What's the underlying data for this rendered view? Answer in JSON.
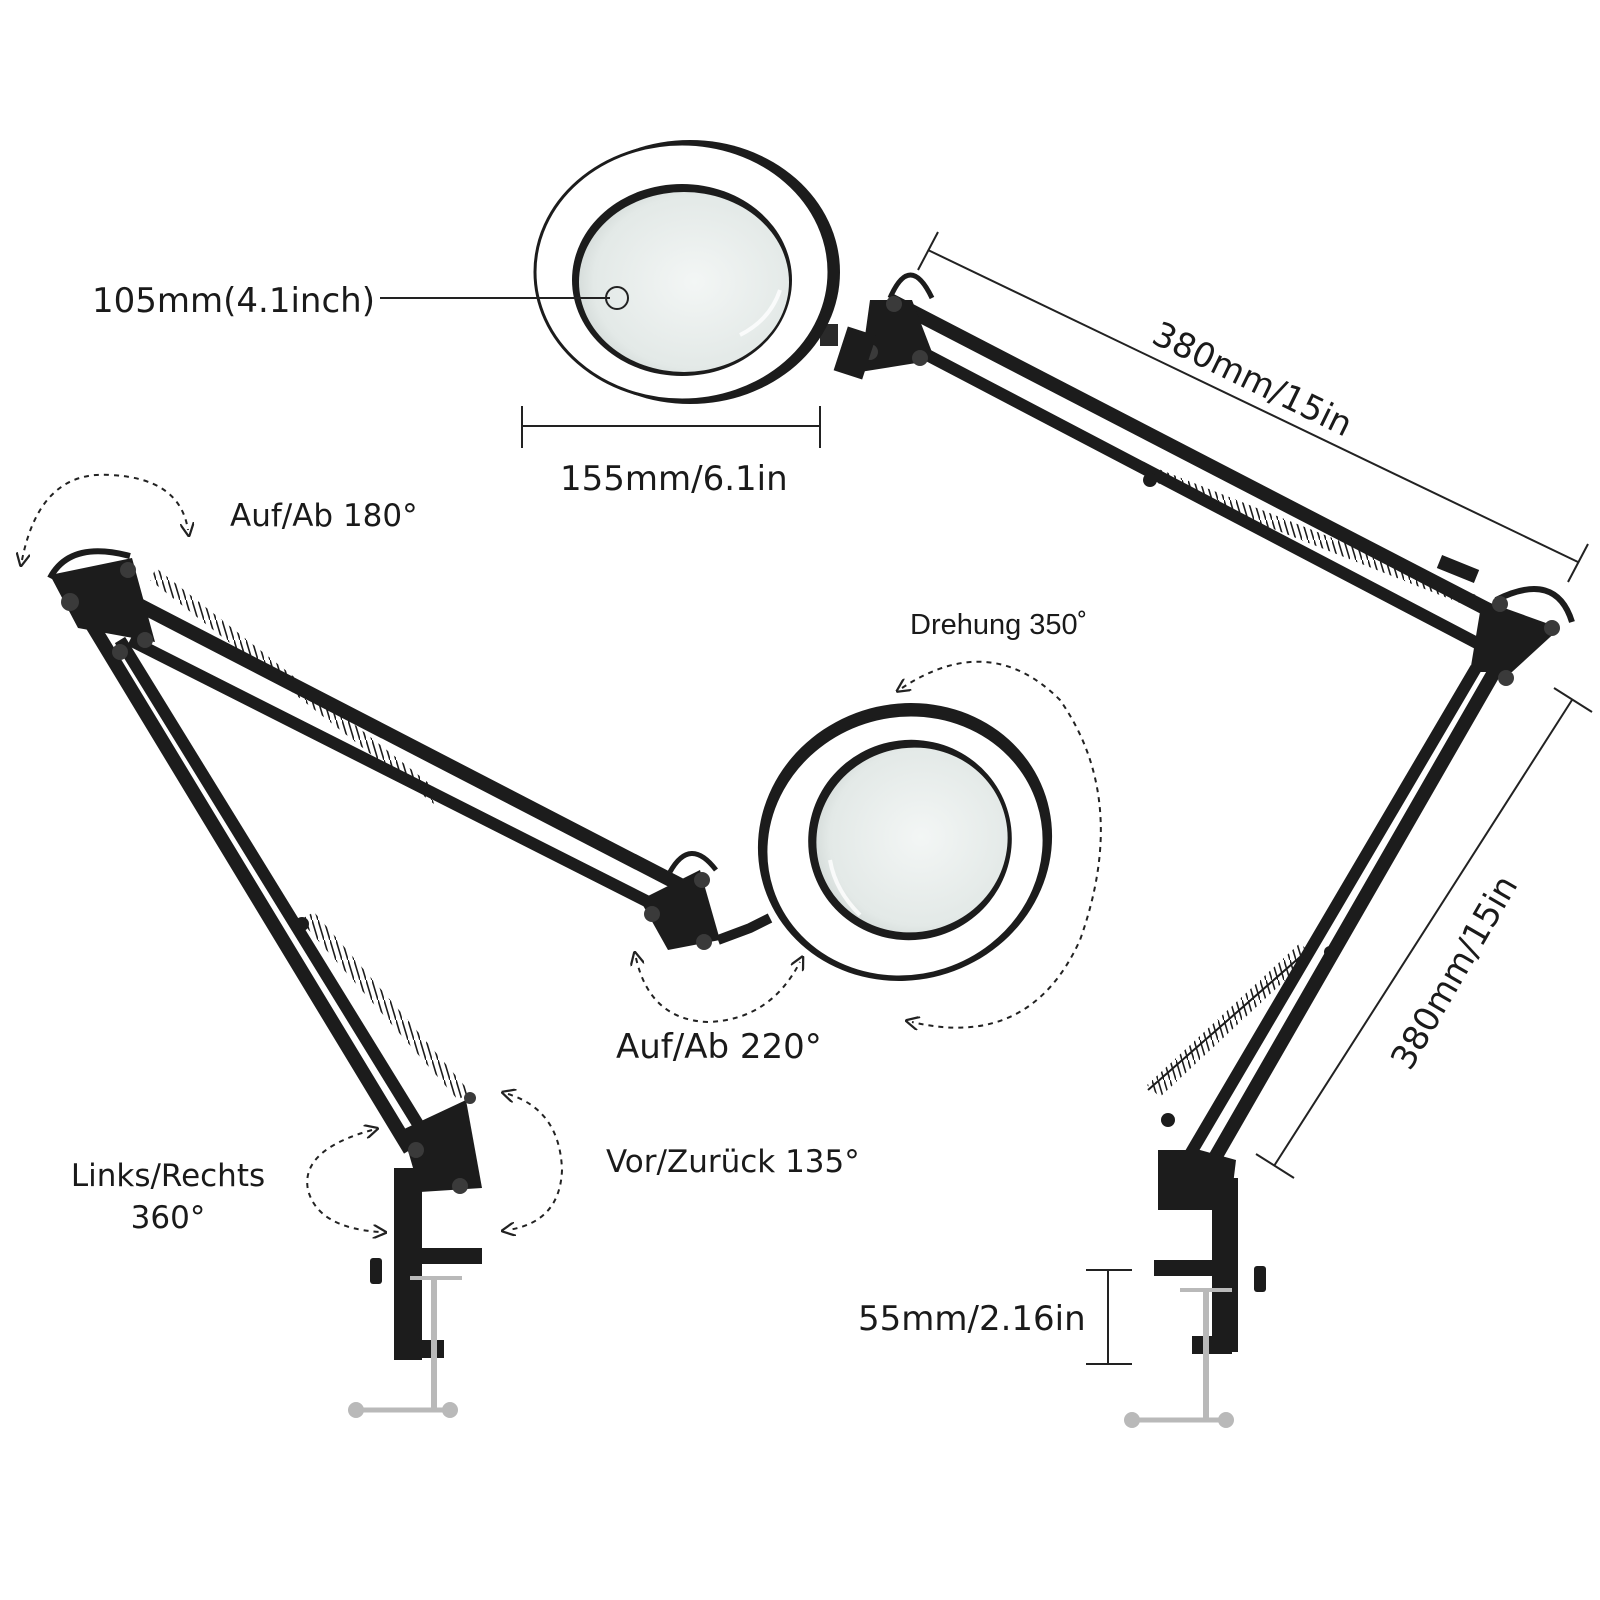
{
  "labels": {
    "lens_diameter": "105mm(4.1inch)",
    "head_width": "155mm/6.1in",
    "upper_arm_length": "380mm/15in",
    "lower_arm_length": "380mm/15in",
    "clamp_opening": "55mm/2.16in",
    "rotation_top": "Auf/Ab 180°",
    "rotation_head": "Drehung 350˚",
    "rotation_joint": "Auf/Ab 220°",
    "rotation_base_lr_line1": "Links/Rechts",
    "rotation_base_lr_line2": "360°",
    "rotation_base_fb": "Vor/Zurück 135°"
  },
  "colors": {
    "lamp_body": "#1c1c1c",
    "lens": "#e9efed",
    "dimension_line": "#222222",
    "metal": "#b9b9b9"
  }
}
